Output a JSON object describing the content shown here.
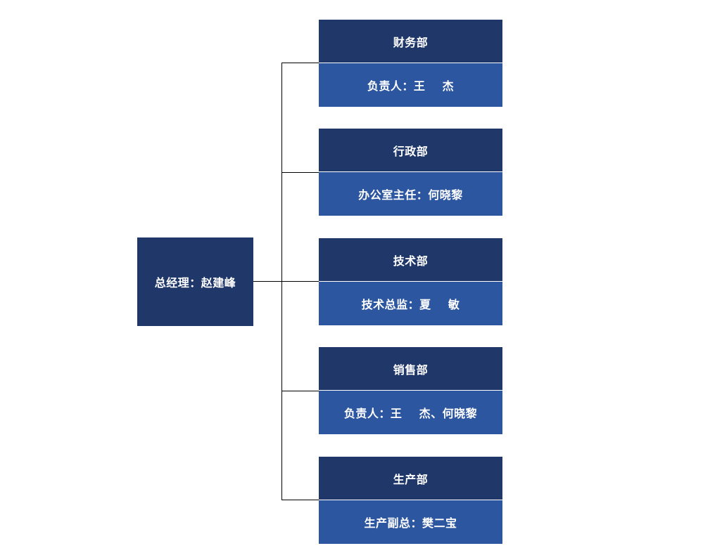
{
  "root": {
    "label": "总经理：赵建峰"
  },
  "departments": [
    {
      "name": "财务部",
      "head": "负责人：王    杰"
    },
    {
      "name": "行政部",
      "head": "办公室主任：何晓黎"
    },
    {
      "name": "技术部",
      "head": "技术总监：夏    敏"
    },
    {
      "name": "销售部",
      "head": "负责人：王    杰、何晓黎"
    },
    {
      "name": "生产部",
      "head": "生产副总：樊二宝"
    }
  ],
  "colors": {
    "dept_name_bg": "#1f3769",
    "dept_head_bg": "#2d56a0",
    "root_bg": "#1f3769",
    "connector": "#000000"
  }
}
